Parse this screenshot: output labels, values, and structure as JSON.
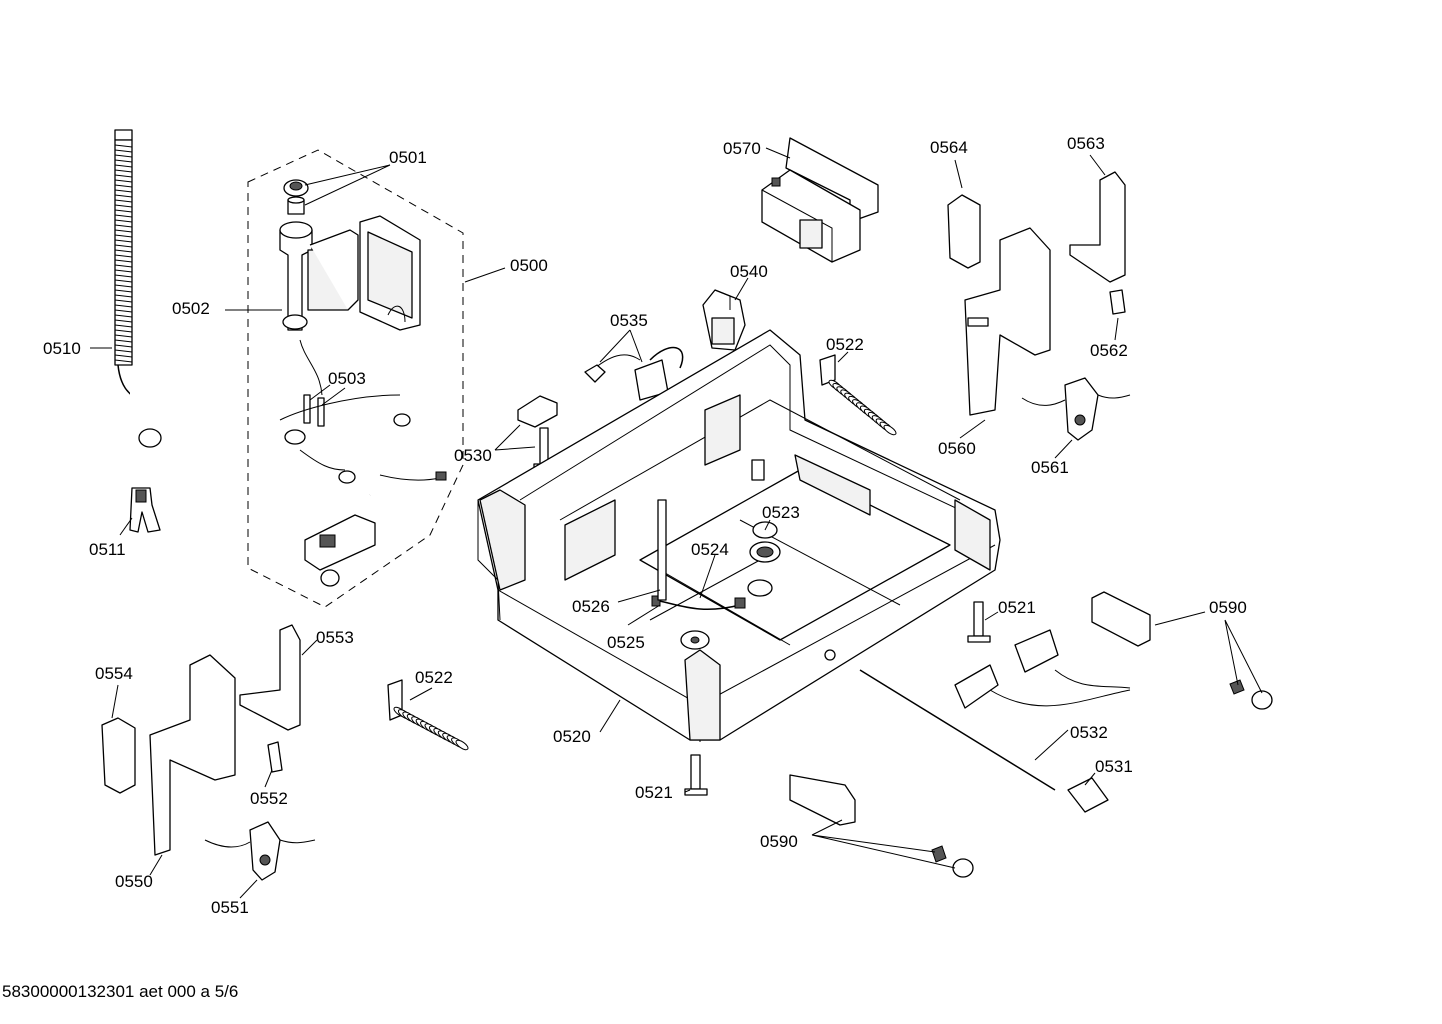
{
  "diagram": {
    "labels": [
      {
        "id": "0501",
        "text": "0501"
      },
      {
        "id": "0500",
        "text": "0500"
      },
      {
        "id": "0502",
        "text": "0502"
      },
      {
        "id": "0510",
        "text": "0510"
      },
      {
        "id": "0503",
        "text": "0503"
      },
      {
        "id": "0511",
        "text": "0511"
      },
      {
        "id": "0570",
        "text": "0570"
      },
      {
        "id": "0564",
        "text": "0564"
      },
      {
        "id": "0563",
        "text": "0563"
      },
      {
        "id": "0540",
        "text": "0540"
      },
      {
        "id": "0535",
        "text": "0535"
      },
      {
        "id": "0522a",
        "text": "0522"
      },
      {
        "id": "0562",
        "text": "0562"
      },
      {
        "id": "0530",
        "text": "0530"
      },
      {
        "id": "0560",
        "text": "0560"
      },
      {
        "id": "0561",
        "text": "0561"
      },
      {
        "id": "0523",
        "text": "0523"
      },
      {
        "id": "0524",
        "text": "0524"
      },
      {
        "id": "0526",
        "text": "0526"
      },
      {
        "id": "0525",
        "text": "0525"
      },
      {
        "id": "0521a",
        "text": "0521"
      },
      {
        "id": "0590a",
        "text": "0590"
      },
      {
        "id": "0553",
        "text": "0553"
      },
      {
        "id": "0554",
        "text": "0554"
      },
      {
        "id": "0522b",
        "text": "0522"
      },
      {
        "id": "0520",
        "text": "0520"
      },
      {
        "id": "0532",
        "text": "0532"
      },
      {
        "id": "0531",
        "text": "0531"
      },
      {
        "id": "0552",
        "text": "0552"
      },
      {
        "id": "0521b",
        "text": "0521"
      },
      {
        "id": "0590b",
        "text": "0590"
      },
      {
        "id": "0550",
        "text": "0550"
      },
      {
        "id": "0551",
        "text": "0551"
      }
    ],
    "footer": "58300000132301 aet 000 a 5/6"
  }
}
